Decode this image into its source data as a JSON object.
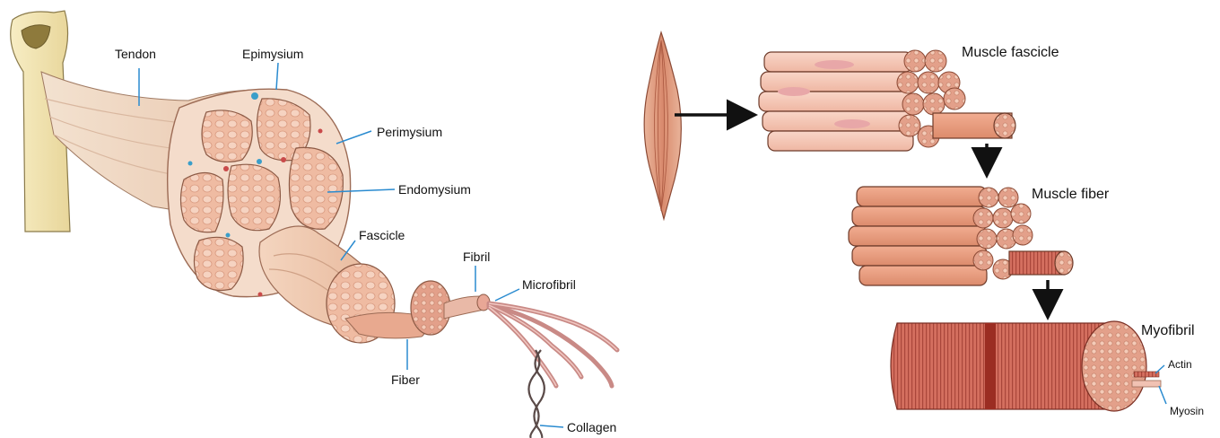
{
  "left_diagram": {
    "labels": {
      "tendon": "Tendon",
      "epimysium": "Epimysium",
      "perimysium": "Perimysium",
      "endomysium": "Endomysium",
      "fascicle": "Fascicle",
      "fibril": "Fibril",
      "microfibril": "Microfibril",
      "fiber": "Fiber",
      "collagen": "Collagen"
    }
  },
  "right_diagram": {
    "labels": {
      "muscle_fascicle": "Muscle fascicle",
      "muscle_fiber": "Muscle fiber",
      "myofibril": "Myofibril",
      "actin": "Actin",
      "myosin": "Myosin"
    }
  },
  "colors": {
    "leader_line": "#2a8bd0",
    "bone": "#f3e6b0",
    "tendon": "#f0d9c4",
    "muscle_tissue": "#e9a98f",
    "muscle_dark": "#c9604a",
    "arrow": "#111111"
  }
}
